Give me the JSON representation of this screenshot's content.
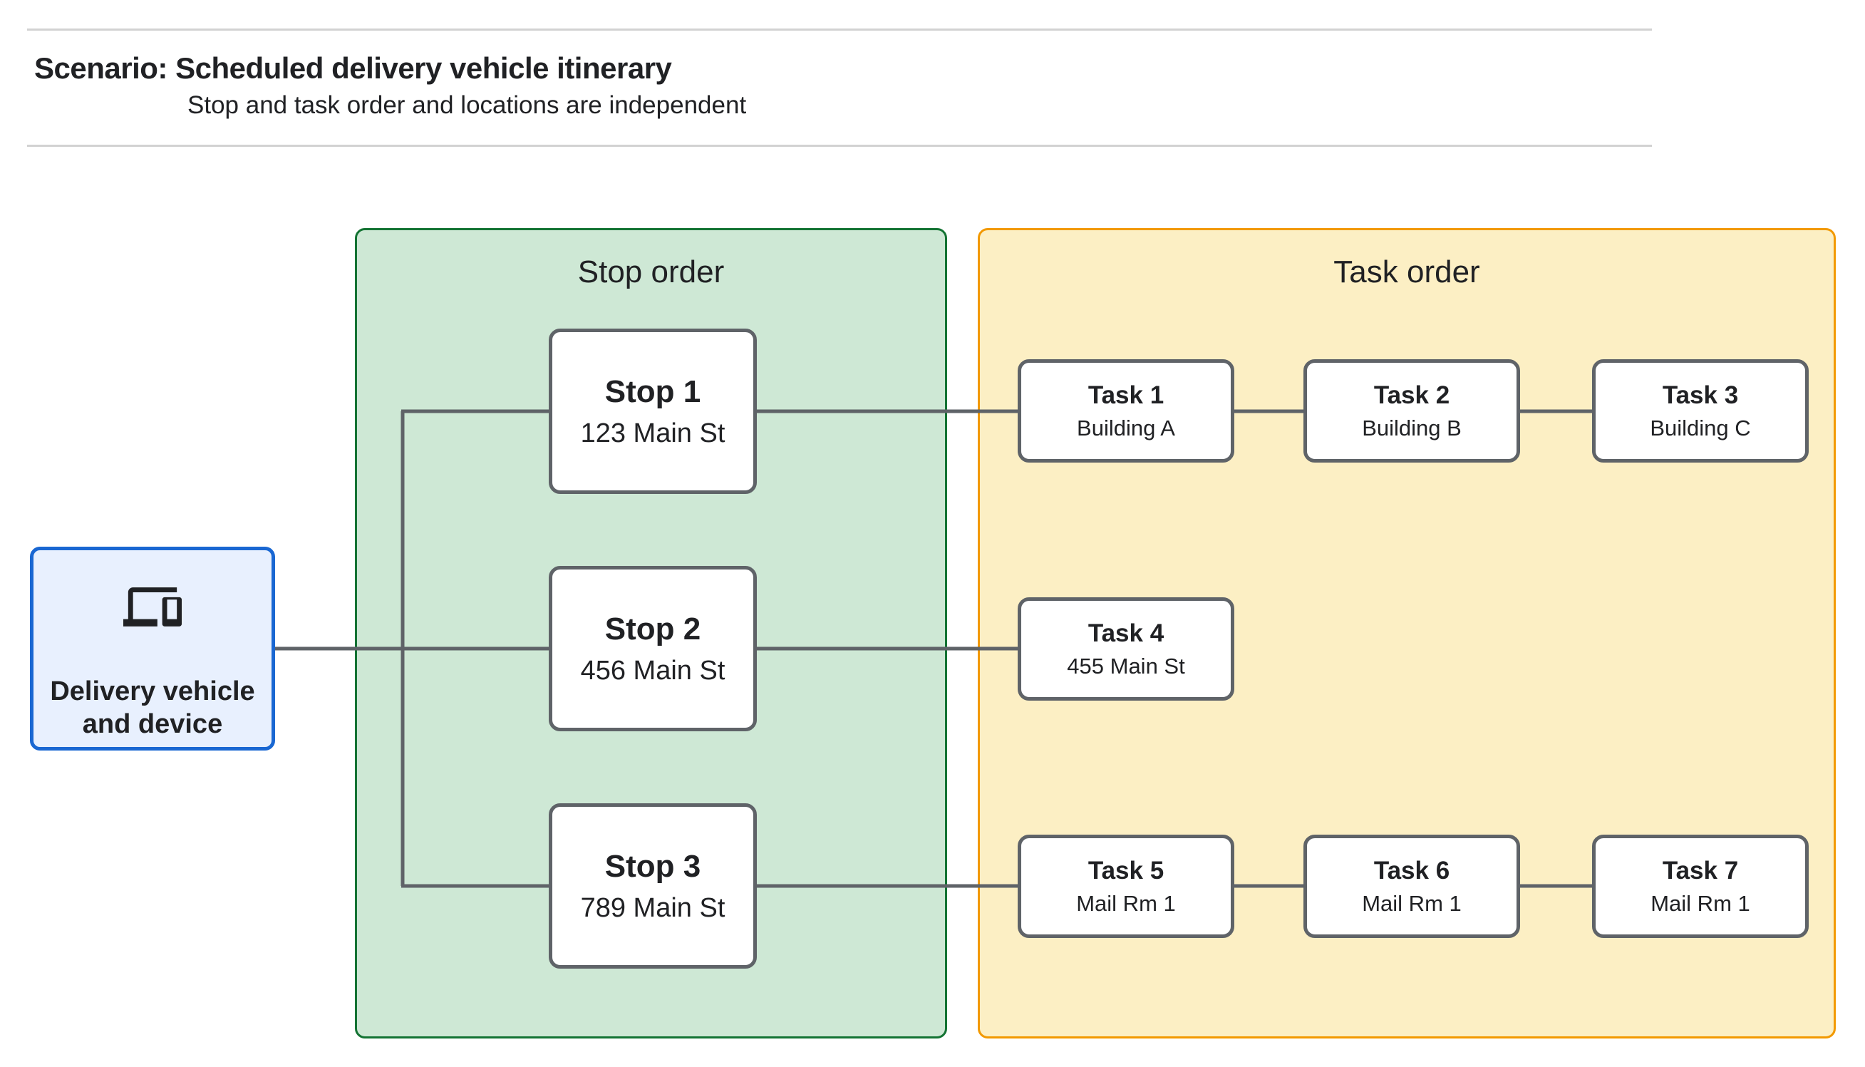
{
  "header": {
    "title": "Scenario: Scheduled delivery vehicle itinerary",
    "subtitle": "Stop and task order and locations are independent"
  },
  "device": {
    "label": "Delivery vehicle and device",
    "icon": "devices-icon"
  },
  "stop_panel": {
    "title": "Stop order",
    "stops": [
      {
        "title": "Stop 1",
        "subtitle": "123 Main St"
      },
      {
        "title": "Stop 2",
        "subtitle": "456 Main St"
      },
      {
        "title": "Stop 3",
        "subtitle": "789 Main St"
      }
    ]
  },
  "task_panel": {
    "title": "Task order",
    "tasks": [
      {
        "title": "Task 1",
        "subtitle": "Building A"
      },
      {
        "title": "Task 2",
        "subtitle": "Building B"
      },
      {
        "title": "Task 3",
        "subtitle": "Building C"
      },
      {
        "title": "Task 4",
        "subtitle": "455 Main St"
      },
      {
        "title": "Task 5",
        "subtitle": "Mail Rm 1"
      },
      {
        "title": "Task 6",
        "subtitle": "Mail Rm 1"
      },
      {
        "title": "Task 7",
        "subtitle": "Mail Rm 1"
      }
    ]
  },
  "colors": {
    "stop_panel_fill": "#CEE8D5",
    "stop_panel_border": "#137333",
    "task_panel_fill": "#FCEFC4",
    "task_panel_border": "#F29900",
    "device_fill": "#E8F0FE",
    "device_border": "#1967D2",
    "node_border": "#5F6368",
    "connector": "#5F6368",
    "divider": "#D2D2D2",
    "text": "#202124"
  }
}
